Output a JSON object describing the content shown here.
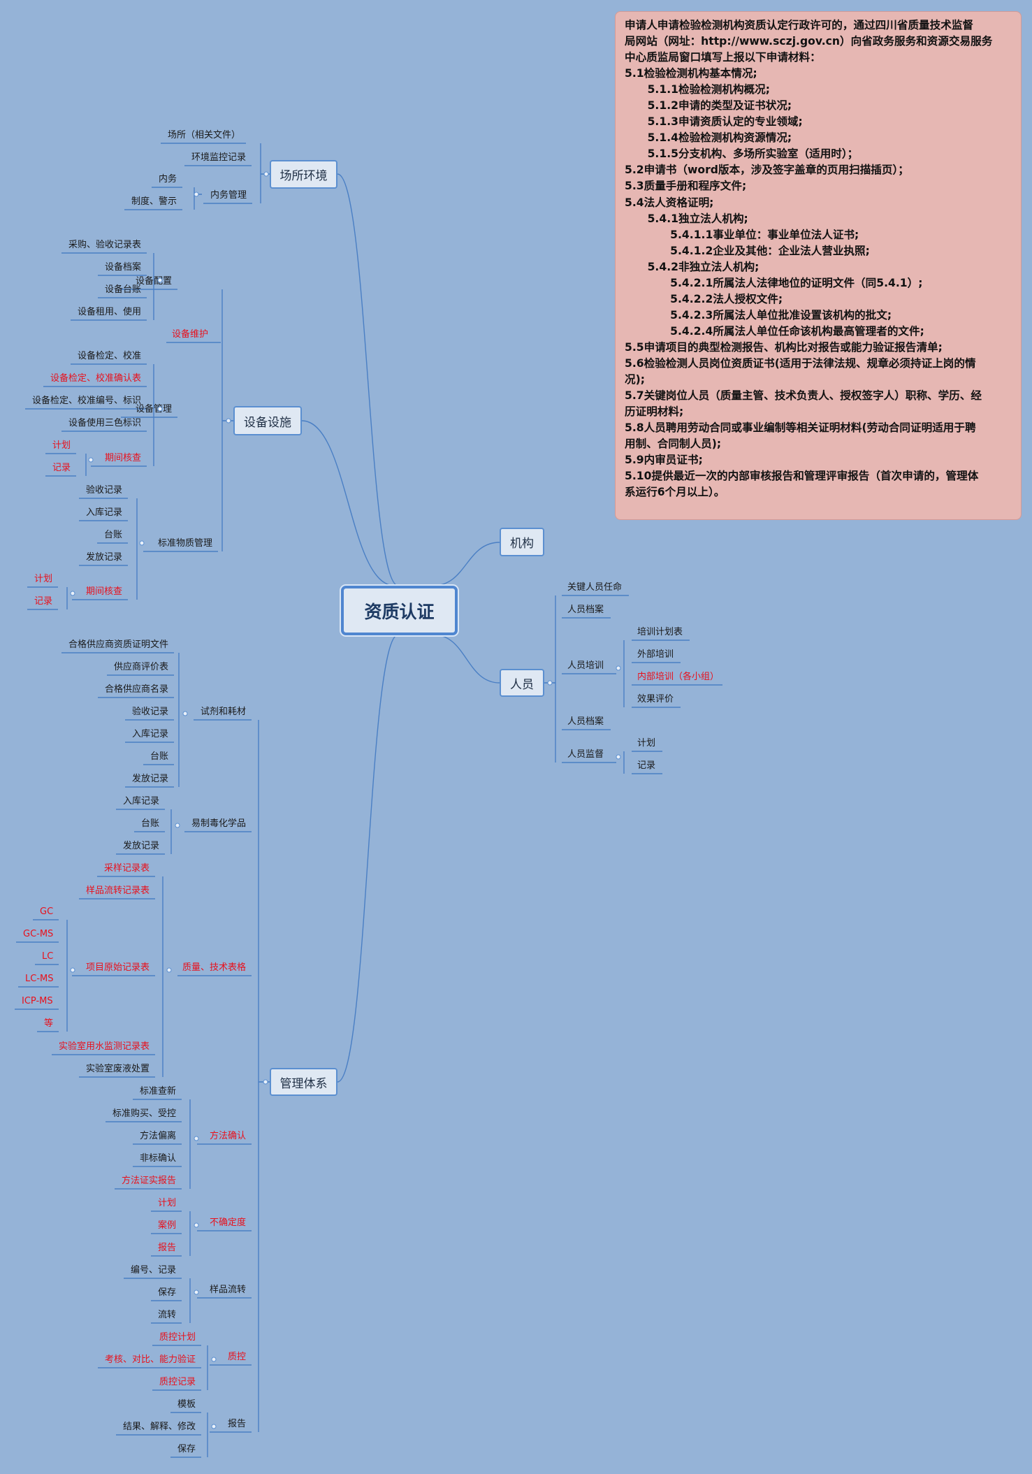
{
  "root": "资质认证",
  "branches": {
    "site": "场所环境",
    "equipment": "设备设施",
    "org": "机构",
    "personnel": "人员",
    "management": "管理体系"
  },
  "site": {
    "items": [
      "场所（相关文件）",
      "环境监控记录",
      "内务",
      "制度、警示"
    ],
    "internal_affairs": "内务管理"
  },
  "equipment": {
    "config_label": "设备配置",
    "config_items": [
      "采购、验收记录表",
      "设备档案",
      "设备台账",
      "设备租用、使用"
    ],
    "maintenance": "设备维护",
    "mgmt_label": "设备管理",
    "mgmt_items": [
      "设备检定、校准",
      "设备检定、校准确认表",
      "设备检定、校准编号、标识",
      "设备使用三色标识"
    ],
    "period_check": "期间核查",
    "period_items": [
      "计划",
      "记录"
    ],
    "std_label": "标准物质管理",
    "std_items": [
      "验收记录",
      "入库记录",
      "台账",
      "发放记录"
    ],
    "std_period": "期间核查",
    "std_period_items": [
      "计划",
      "记录"
    ]
  },
  "personnel": {
    "items": [
      "关键人员任命",
      "人员档案",
      "人员培训",
      "人员档案",
      "人员监督"
    ],
    "training_items": [
      "培训计划表",
      "外部培训",
      "内部培训（各小组）",
      "效果评价"
    ],
    "supervision_items": [
      "计划",
      "记录"
    ]
  },
  "management": {
    "reagents_label": "试剂和耗材",
    "reagents_items": [
      "合格供应商资质证明文件",
      "供应商评价表",
      "合格供应商名录",
      "验收记录",
      "入库记录",
      "台账",
      "发放记录"
    ],
    "precursor_label": "易制毒化学品",
    "precursor_items": [
      "入库记录",
      "台账",
      "发放记录"
    ],
    "quality_label": "质量、技术表格",
    "quality_items": [
      "采样记录表",
      "样品流转记录表",
      "项目原始记录表",
      "实验室用水监测记录表",
      "实验室废液处置"
    ],
    "instruments": [
      "GC",
      "GC-MS",
      "LC",
      "LC-MS",
      "ICP-MS",
      "等"
    ],
    "method_label": "方法确认",
    "method_items": [
      "标准查新",
      "标准购买、受控",
      "方法偏离",
      "非标确认",
      "方法证实报告"
    ],
    "uncertainty_label": "不确定度",
    "uncertainty_items": [
      "计划",
      "案例",
      "报告"
    ],
    "sample_label": "样品流转",
    "sample_items": [
      "编号、记录",
      "保存",
      "流转"
    ],
    "qc_label": "质控",
    "qc_items": [
      "质控计划",
      "考核、对比、能力验证",
      "质控记录"
    ],
    "report_label": "报告",
    "report_items": [
      "模板",
      "结果、解释、修改",
      "保存"
    ]
  },
  "note_lines": [
    "申请人申请检验检测机构资质认定行政许可的，通过四川省质量技术监督",
    "局网站（网址：http://www.sczj.gov.cn）向省政务服务和资源交易服务",
    "中心质监局窗口填写上报以下申请材料：",
    "5.1检验检测机构基本情况;",
    "      5.1.1检验检测机构概况;",
    "      5.1.2申请的类型及证书状况;",
    "      5.1.3申请资质认定的专业领域;",
    "      5.1.4检验检测机构资源情况;",
    "      5.1.5分支机构、多场所实验室（适用时）；",
    "5.2申请书（word版本，涉及签字盖章的页用扫描插页）；",
    "5.3质量手册和程序文件;",
    "5.4法人资格证明;",
    "      5.4.1独立法人机构;",
    "            5.4.1.1事业单位：事业单位法人证书;",
    "            5.4.1.2企业及其他：企业法人营业执照;",
    "      5.4.2非独立法人机构;",
    "            5.4.2.1所属法人法律地位的证明文件（同5.4.1）;",
    "            5.4.2.2法人授权文件;",
    "            5.4.2.3所属法人单位批准设置该机构的批文;",
    "            5.4.2.4所属法人单位任命该机构最高管理者的文件;",
    "5.5申请项目的典型检测报告、机构比对报告或能力验证报告清单;",
    "5.6检验检测人员岗位资质证书(适用于法律法规、规章必须持证上岗的情",
    "况);",
    "5.7关键岗位人员（质量主管、技术负责人、授权签字人）职称、学历、经",
    "历证明材料;",
    "5.8人员聘用劳动合同或事业编制等相关证明材料(劳动合同证明适用于聘",
    "用制、合同制人员);",
    "5.9内审员证书;",
    "5.10提供最近一次的内部审核报告和管理评审报告（首次申请的，管理体",
    "系运行6个月以上）。"
  ],
  "colors": {
    "background": "#95b3d7",
    "link": "#4a7fc4",
    "highlight_text": "#e8111c",
    "note_fill": "#e6b7b3",
    "node_fill": "#dfe8f3"
  }
}
